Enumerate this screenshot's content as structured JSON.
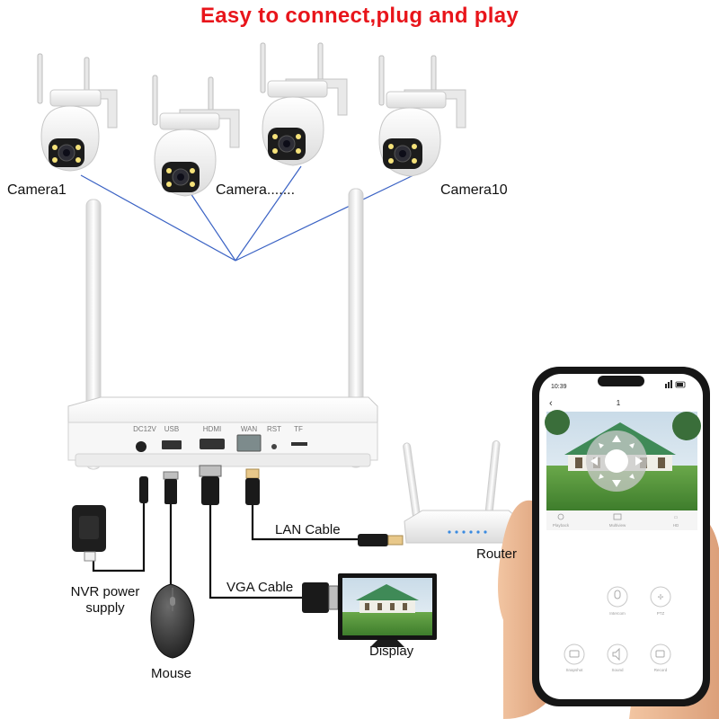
{
  "title": "Easy to connect,plug and play",
  "cameras": {
    "label_first": "Camera1",
    "label_middle": "Camera.......",
    "label_last": "Camera10"
  },
  "nvr": {
    "ports": [
      "DC12V",
      "USB",
      "HDMI",
      "WAN",
      "RST",
      "TF"
    ]
  },
  "connections": {
    "power": "NVR power supply",
    "power_line1": "NVR power",
    "power_line2": "supply",
    "mouse": "Mouse",
    "vga": "VGA Cable",
    "display": "Display",
    "lan": "LAN Cable",
    "router": "Router"
  },
  "phone": {
    "time": "10:39",
    "channel": "1",
    "tabs": [
      "Playback",
      "Multiview",
      "HD"
    ],
    "controls": [
      "Intercom",
      "PTZ",
      "Snapshot",
      "Sound",
      "Record"
    ]
  },
  "colors": {
    "title": "#e8151b",
    "wireless_link": "#3a62c4",
    "cable": "#111111",
    "device_white": "#f4f4f4"
  }
}
